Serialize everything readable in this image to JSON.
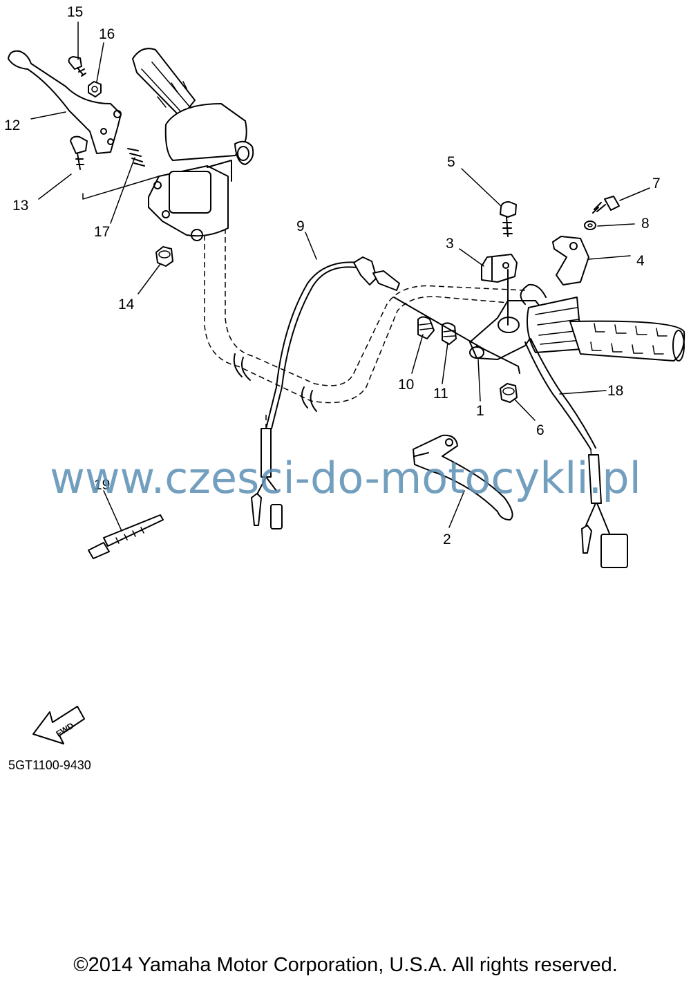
{
  "diagram": {
    "part_numbers": [
      "1",
      "2",
      "3",
      "4",
      "5",
      "6",
      "7",
      "8",
      "9",
      "10",
      "11",
      "12",
      "13",
      "14",
      "15",
      "16",
      "17",
      "18",
      "19"
    ],
    "fwd_label": "FWD",
    "code": "5GT1100-9430"
  },
  "watermark": "www.czesci-do-motocykli.pl",
  "copyright": "©2014 Yamaha Motor Corporation, U.S.A. All rights reserved.",
  "colors": {
    "line": "#000000",
    "watermark": "#5b8fb5",
    "background": "#ffffff"
  }
}
